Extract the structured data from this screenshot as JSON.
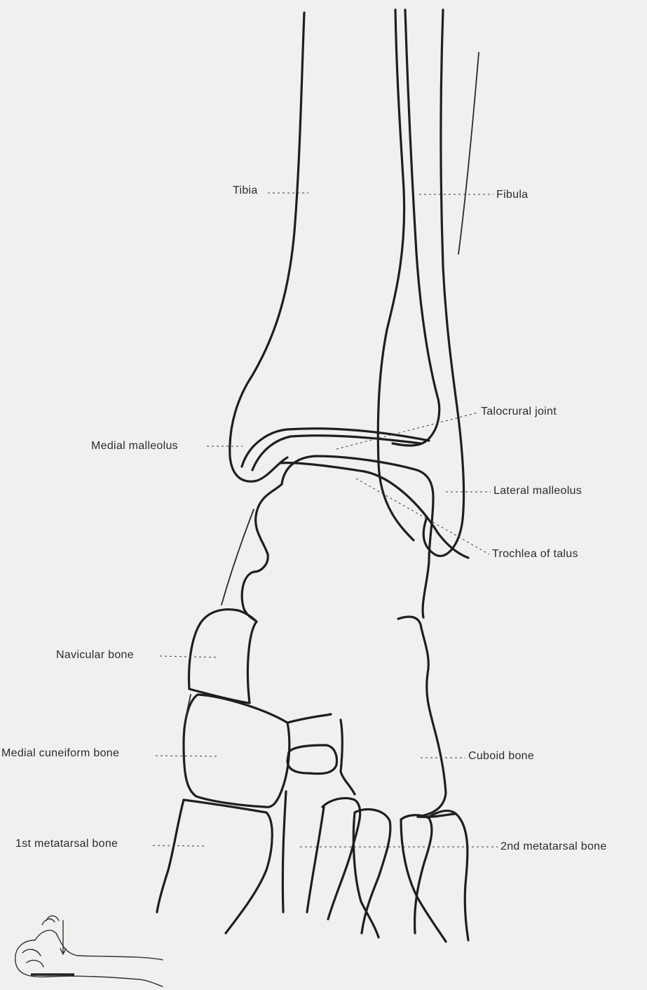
{
  "labels": {
    "tibia": "Tibia",
    "fibula": "Fibula",
    "talocrural_joint": "Talocrural joint",
    "medial_malleolus": "Medial malleolus",
    "lateral_malleolus": "Lateral malleolus",
    "trochlea_of_talus": "Trochlea of talus",
    "navicular_bone": "Navicular bone",
    "medial_cuneiform_bone": "Medial cuneiform bone",
    "cuboid_bone": "Cuboid bone",
    "first_metatarsal_bone": "1st metatarsal bone",
    "second_metatarsal_bone": "2nd metatarsal bone"
  },
  "colors": {
    "background": "#f1f0ee",
    "line": "#1f1f1f",
    "text": "#2b2b2b"
  }
}
